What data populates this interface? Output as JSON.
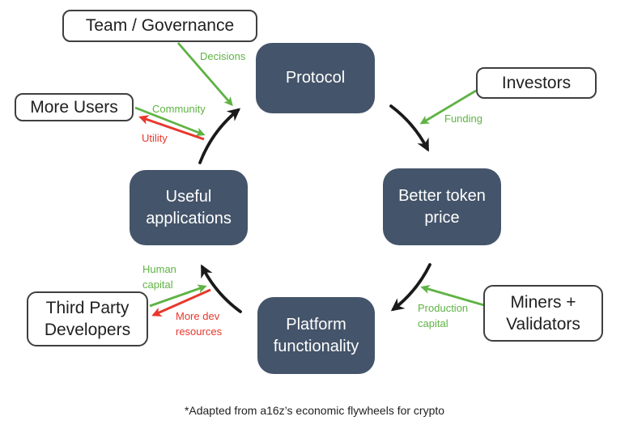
{
  "colors": {
    "node_fill": "#44546A",
    "node_text": "#ffffff",
    "actor_border": "#3f3f3f",
    "actor_text": "#1f1f1f",
    "flow_green": "#5fb344",
    "flow_red": "#e8372c",
    "wheel_arrow_black": "#1a1a1a"
  },
  "nodes": {
    "protocol": {
      "label": "Protocol"
    },
    "better_token_price": {
      "label": "Better token price"
    },
    "platform_functionality": {
      "label": "Platform functionality"
    },
    "useful_applications": {
      "label": "Useful applications"
    }
  },
  "actors": {
    "team_governance": {
      "label": "Team / Governance"
    },
    "more_users": {
      "label": "More Users"
    },
    "investors": {
      "label": "Investors"
    },
    "third_party_developers": {
      "label": "Third Party Developers"
    },
    "miners_validators": {
      "label": "Miners + Validators"
    }
  },
  "flows": {
    "decisions": {
      "label": "Decisions",
      "color": "green",
      "from": "team_governance",
      "to": "wheel"
    },
    "community": {
      "label": "Community",
      "color": "green",
      "from": "more_users",
      "to": "wheel"
    },
    "utility": {
      "label": "Utility",
      "color": "red",
      "from": "wheel",
      "to": "more_users"
    },
    "funding": {
      "label": "Funding",
      "color": "green",
      "from": "investors",
      "to": "wheel"
    },
    "human_capital": {
      "label": "Human capital",
      "color": "green",
      "from": "third_party_developers",
      "to": "wheel"
    },
    "more_dev_resources": {
      "label": "More dev resources",
      "color": "red",
      "from": "wheel",
      "to": "third_party_developers"
    },
    "production_capital": {
      "label": "Production capital",
      "color": "green",
      "from": "miners_validators",
      "to": "wheel"
    }
  },
  "caption": "*Adapted from a16z’s economic flywheels for crypto"
}
